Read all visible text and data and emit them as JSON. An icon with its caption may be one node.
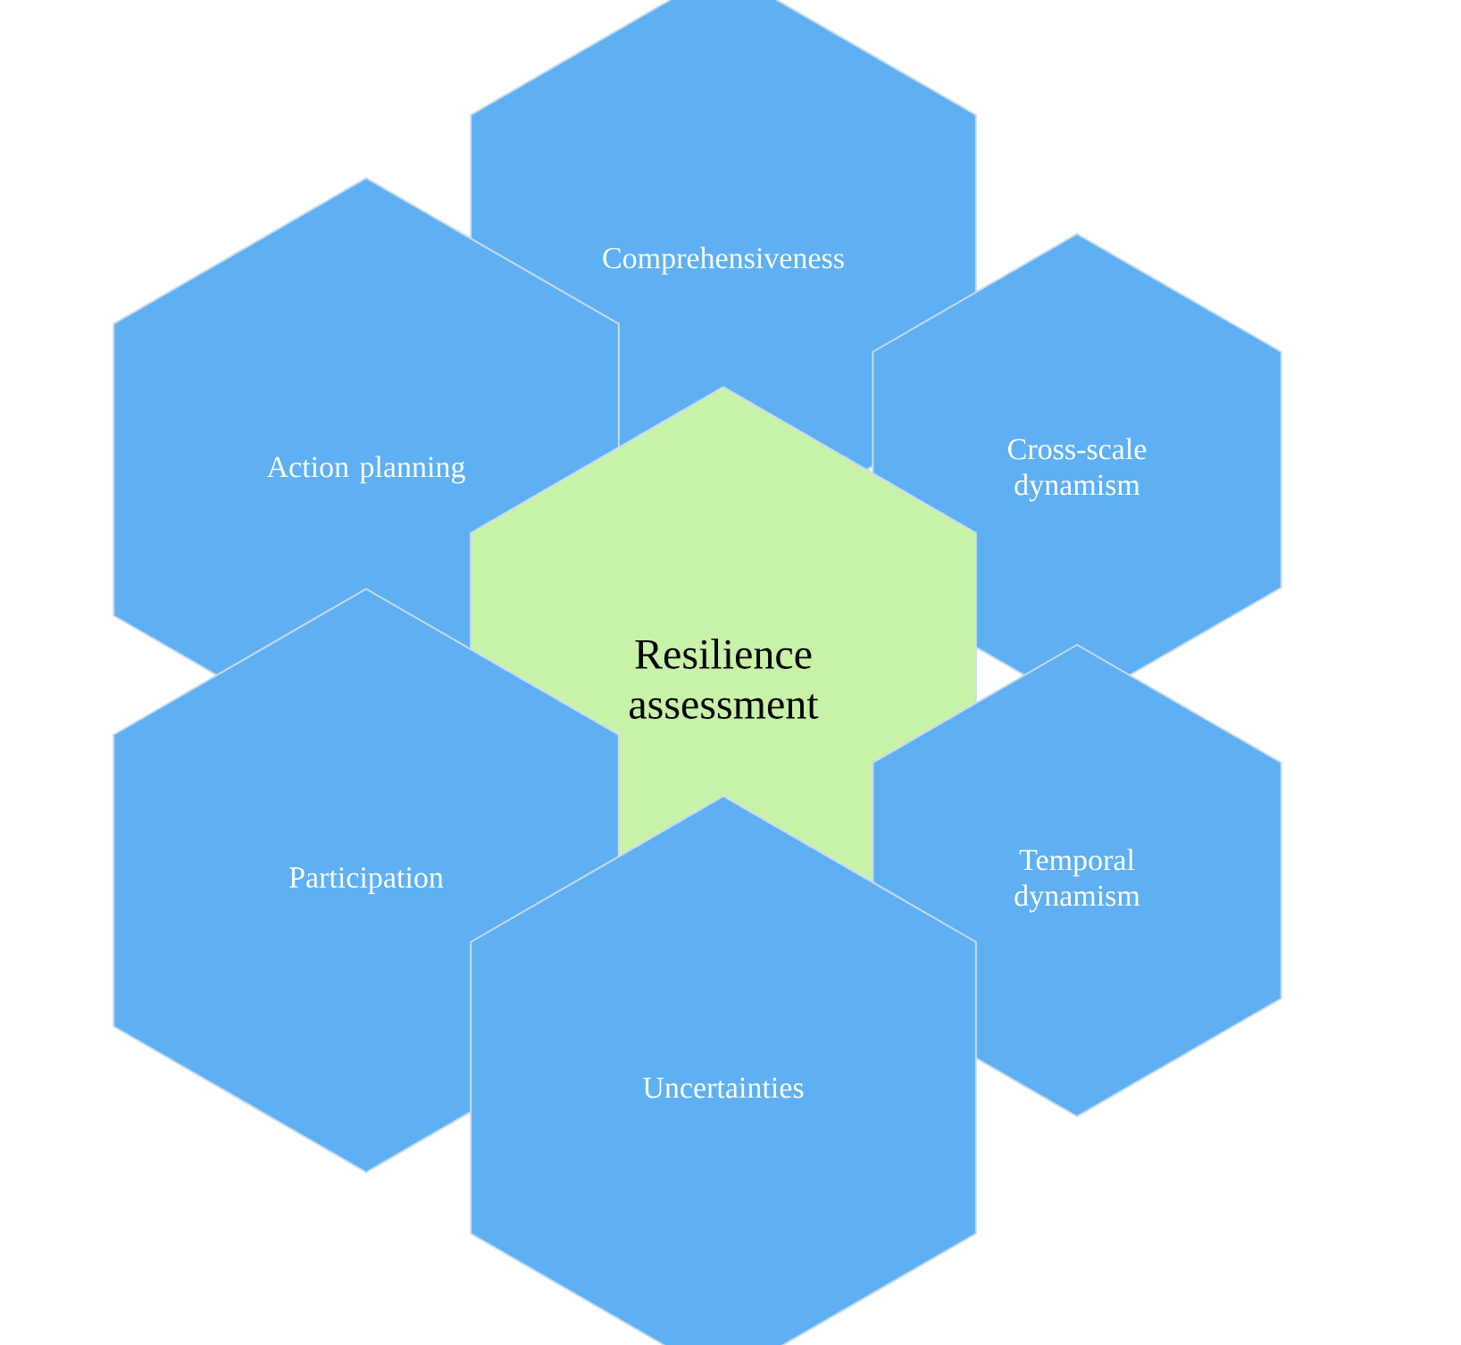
{
  "diagram": {
    "nodes": [
      {
        "text": [
          "Comprehensiveness"
        ]
      },
      {
        "text": [
          "Action planning"
        ]
      },
      {
        "text": [
          "Cross-scale dynamism"
        ]
      },
      {
        "text": [
          "Resilience assessment"
        ]
      },
      {
        "text": [
          "Participation"
        ]
      },
      {
        "text": [
          "Temporal dynamism"
        ]
      },
      {
        "text": [
          "Uncertainties"
        ]
      }
    ]
  }
}
